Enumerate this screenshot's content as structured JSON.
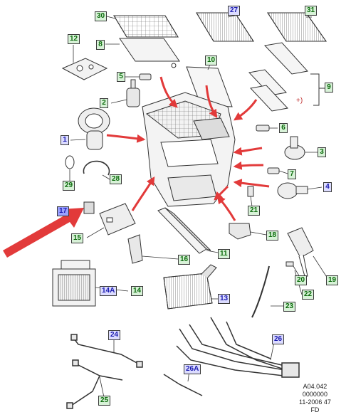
{
  "labels": [
    {
      "id": "30",
      "style": "green"
    },
    {
      "id": "27",
      "style": "blue"
    },
    {
      "id": "31",
      "style": "green"
    },
    {
      "id": "8",
      "style": "green"
    },
    {
      "id": "12",
      "style": "green"
    },
    {
      "id": "10",
      "style": "green"
    },
    {
      "id": "5",
      "style": "green"
    },
    {
      "id": "9",
      "style": "green"
    },
    {
      "id": "2",
      "style": "green"
    },
    {
      "id": "6",
      "style": "green"
    },
    {
      "id": "1",
      "style": "blue"
    },
    {
      "id": "3",
      "style": "green"
    },
    {
      "id": "29",
      "style": "green"
    },
    {
      "id": "28",
      "style": "green"
    },
    {
      "id": "7",
      "style": "green"
    },
    {
      "id": "4",
      "style": "blue"
    },
    {
      "id": "17",
      "style": "hl"
    },
    {
      "id": "21",
      "style": "green"
    },
    {
      "id": "15",
      "style": "green"
    },
    {
      "id": "18",
      "style": "green"
    },
    {
      "id": "11",
      "style": "green"
    },
    {
      "id": "16",
      "style": "green"
    },
    {
      "id": "20",
      "style": "green"
    },
    {
      "id": "19",
      "style": "green"
    },
    {
      "id": "14A",
      "style": "blue"
    },
    {
      "id": "14",
      "style": "green"
    },
    {
      "id": "13",
      "style": "blue"
    },
    {
      "id": "22",
      "style": "green"
    },
    {
      "id": "23",
      "style": "green"
    },
    {
      "id": "24",
      "style": "blue"
    },
    {
      "id": "26",
      "style": "blue"
    },
    {
      "id": "26A",
      "style": "blue"
    },
    {
      "id": "25",
      "style": "green"
    }
  ],
  "plus_mark": "+)",
  "drawing_code": [
    "A04.042",
    "0000000",
    "11-2006 47",
    "FD"
  ],
  "colors": {
    "arrow": "#e23a3a",
    "line": "#333333",
    "part": "#555555"
  }
}
